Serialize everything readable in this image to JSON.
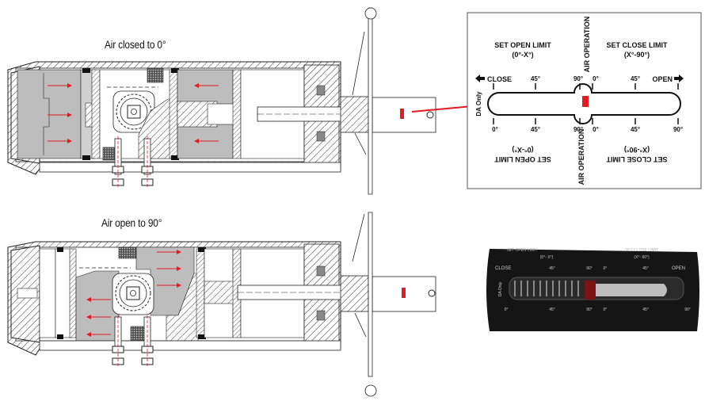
{
  "diagrams": [
    {
      "id": "closed",
      "caption": "Air closed to 0°"
    },
    {
      "id": "open",
      "caption": "Air open to 90°"
    }
  ],
  "indicator": {
    "set_open_limit": "SET OPEN LIMIT",
    "set_open_range": "(0°-X°)",
    "set_close_limit": "SET CLOSE LIMIT",
    "set_close_range": "(X°-90°)",
    "air_operation": "AIR OPERATION",
    "close_label": "CLOSE",
    "open_label": "OPEN",
    "da_only": "DA Only",
    "top_ticks": [
      "45°",
      "90°",
      "0°",
      "45°"
    ],
    "bottom_ticks": [
      "0°",
      "45°",
      "90°",
      "0°",
      "45°",
      "90°"
    ],
    "accent_color": "#e31b23"
  },
  "photo": {
    "set_open_limit": "SET OPEN LIMIT",
    "set_open_range": "(0°- X°)",
    "set_close_limit": "SET CLOSE LIMIT",
    "set_close_range": "(X°- 90°)",
    "close_label": "CLOSE",
    "open_label": "OPEN",
    "da_only": "DA Only",
    "top_ticks": [
      "45°",
      "90°",
      "0°",
      "45°"
    ],
    "bottom_ticks": [
      "0°",
      "45°",
      "90°",
      "0°",
      "45°",
      "90°"
    ]
  }
}
